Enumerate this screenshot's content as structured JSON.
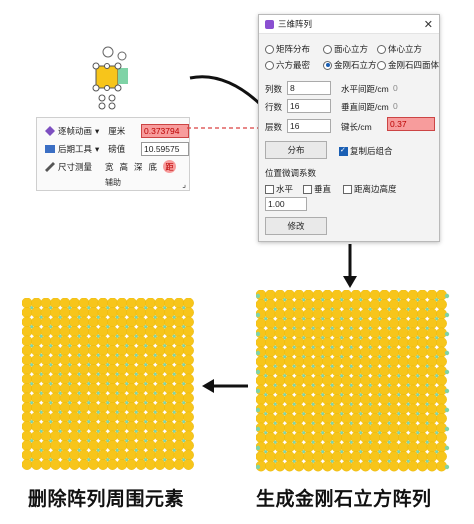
{
  "ribbon": {
    "row1_label": "逐帧动画",
    "row1_unit": "厘米",
    "row1_value": "0.373794",
    "row2_label": "后期工具",
    "row2_unit": "磅值",
    "row2_value": "10.59575",
    "row3_label": "尺寸测量",
    "measure_buttons": [
      "宽",
      "高",
      "深",
      "底",
      "距"
    ],
    "group_label": "辅助",
    "dropdown_glyph": "▾",
    "launcher_glyph": "⌟"
  },
  "dialog": {
    "title": "三维阵列",
    "close_glyph": "✕",
    "radios": [
      {
        "label": "矩阵分布",
        "selected": false
      },
      {
        "label": "面心立方",
        "selected": false
      },
      {
        "label": "体心立方",
        "selected": false
      },
      {
        "label": "六方最密",
        "selected": false
      },
      {
        "label": "金刚石立方",
        "selected": true
      },
      {
        "label": "金刚石四面体",
        "selected": false
      }
    ],
    "rows_label": "列数",
    "rows_value": "8",
    "h_spacing_label": "水平间距/cm",
    "h_spacing_value": "0",
    "cols_label": "行数",
    "cols_value": "16",
    "v_spacing_label": "垂直间距/cm",
    "v_spacing_value": "0",
    "layers_label": "层数",
    "layers_value": "16",
    "bond_label": "键长/cm",
    "bond_value": "0.37",
    "distribute_button": "分布",
    "copy_group_label": "复制后组合",
    "copy_group_checked": true,
    "coef_label": "位置微调系数",
    "opt_horizontal": "水平",
    "opt_vertical": "垂直",
    "opt_edge": "距离边高度",
    "coef_value": "1.00",
    "modify_button": "修改"
  },
  "captions": {
    "left": "删除阵列周围元素",
    "right": "生成金刚石立方阵列"
  },
  "watermark": "",
  "colors": {
    "atom": "#f7c51b",
    "atom_edge": "#e8b400",
    "bond": "#7fd3a6",
    "highlight": "#f79c9c",
    "arrow": "#111111",
    "dashed_arrow": "#d94040"
  }
}
